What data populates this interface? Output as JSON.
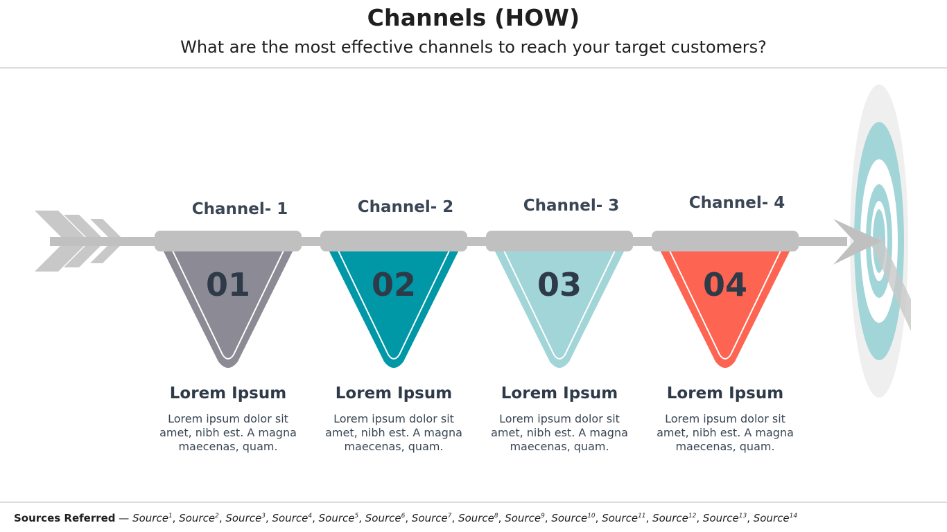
{
  "header": {
    "title": "Channels (HOW)",
    "subtitle": "What are the most effective channels to reach your target customers?"
  },
  "channels": [
    {
      "label": "Channel- 1",
      "number": "01",
      "title": "Lorem Ipsum",
      "desc": "Lorem ipsum dolor sit amet, nibh est. A magna maecenas, quam.",
      "color": "#8c8b95"
    },
    {
      "label": "Channel- 2",
      "number": "02",
      "title": "Lorem Ipsum",
      "desc": "Lorem ipsum dolor sit amet, nibh est. A magna maecenas, quam.",
      "color": "#0097a7"
    },
    {
      "label": "Channel- 3",
      "number": "03",
      "title": "Lorem Ipsum",
      "desc": "Lorem ipsum dolor sit amet, nibh est. A magna maecenas, quam.",
      "color": "#a2d5d8"
    },
    {
      "label": "Channel- 4",
      "number": "04",
      "title": "Lorem Ipsum",
      "desc": "Lorem ipsum dolor sit amet, nibh est. A magna maecenas, quam.",
      "color": "#fd6451"
    }
  ],
  "footer": {
    "label": "Sources Referred",
    "separator": " — ",
    "sources": [
      "Source",
      "Source",
      "Source",
      "Source",
      "Source",
      "Source",
      "Source",
      "Source",
      "Source",
      "Source",
      "Source",
      "Source",
      "Source",
      "Source"
    ],
    "superscripts": [
      "1",
      "2",
      "3",
      "4",
      "5",
      "6",
      "7",
      "8",
      "9",
      "10",
      "11",
      "12",
      "13",
      "14"
    ]
  },
  "colors": {
    "arrow": "#c0c0c0",
    "target_outer": "#efefef",
    "target_ring": "#a2d5d8",
    "text_dark": "#2e3a48"
  },
  "icons": [
    "arrow-icon",
    "target-icon"
  ]
}
